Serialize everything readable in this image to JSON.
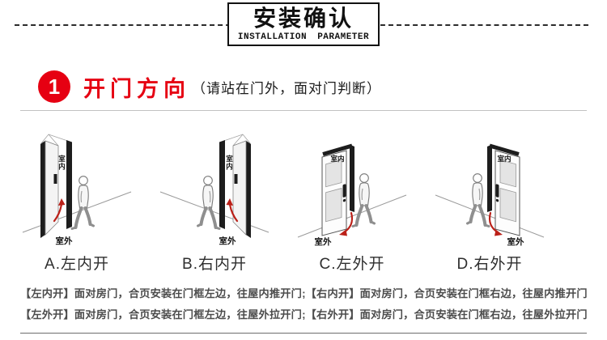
{
  "header": {
    "title": "安装确认",
    "subtitle": "INSTALLATION PARAMETER"
  },
  "step": {
    "number": "1",
    "title": "开门方向",
    "hint": "（请站在门外，面对门判断）"
  },
  "diagrams": [
    {
      "label": "A.左内开",
      "indoor": "室内",
      "outdoor": "室外"
    },
    {
      "label": "B.右内开",
      "indoor": "室内",
      "outdoor": "室外"
    },
    {
      "label": "C.左外开",
      "indoor": "室内",
      "outdoor": "室外"
    },
    {
      "label": "D.右外开",
      "indoor": "室内",
      "outdoor": "室外"
    }
  ],
  "notes": [
    "【左内开】面对房门，合页安装在门框左边，往屋内推开门;【右内开】面对房门，合页安装在门框右边，往屋内推开门",
    "【左外开】面对房门，合页安装在门框左边，往屋外拉开门;【右外开】面对房门，合页安装在门框右边，往屋外拉开门"
  ],
  "colors": {
    "accent_red": "#e60012",
    "arrow_red": "#bb2018"
  }
}
